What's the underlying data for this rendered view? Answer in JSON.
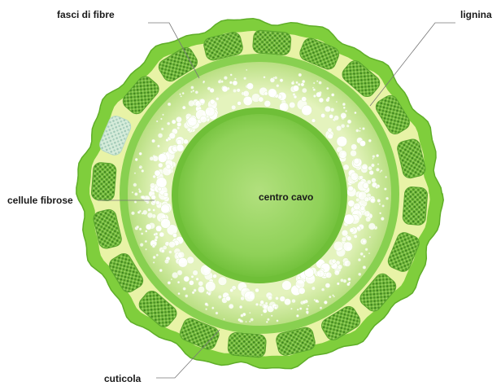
{
  "labels": {
    "fiber_bundles": "fasci di fibre",
    "lignin": "lignina",
    "fibrous_cells": "cellule fibrose",
    "hollow_center": "centro cavo",
    "cuticle": "cuticola"
  },
  "colors": {
    "cuticle": "#7fce3c",
    "cuticle_edge": "#5fae28",
    "cortex": "#e6f2a0",
    "bundle_fill": "#6fb838",
    "bundle_dot": "#3d7f1f",
    "ring_outer": "#7ecc46",
    "lignin_band": "#dceeb0",
    "vessel": "#ffffff",
    "pith_outer": "#74c43c",
    "pith_inner": "#a9dc76",
    "highlight_bundle": "#c8e8d8",
    "leader": "#777777",
    "text": "#1a1a1a"
  }
}
